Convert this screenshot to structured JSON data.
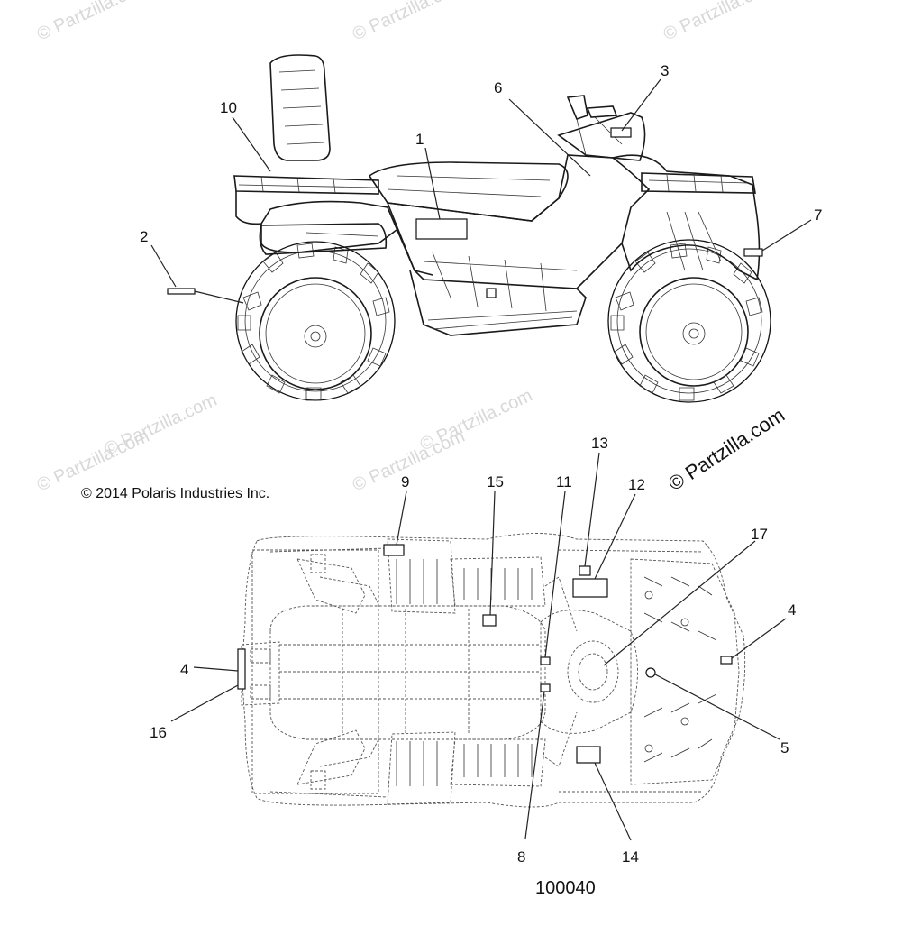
{
  "watermarks": {
    "text": "© Partzilla.com",
    "brand_text": "© Partzilla.com"
  },
  "copyright": "© 2014 Polaris Industries Inc.",
  "figure_number": "100040",
  "callouts": {
    "c1": "1",
    "c2": "2",
    "c3": "3",
    "c4a": "4",
    "c4b": "4",
    "c5": "5",
    "c6": "6",
    "c7": "7",
    "c8": "8",
    "c9": "9",
    "c10": "10",
    "c11": "11",
    "c12": "12",
    "c13": "13",
    "c14": "14",
    "c15": "15",
    "c16": "16",
    "c17": "17"
  },
  "colors": {
    "ink": "#111111",
    "watermark": "#d8d8d8",
    "background": "#ffffff"
  }
}
